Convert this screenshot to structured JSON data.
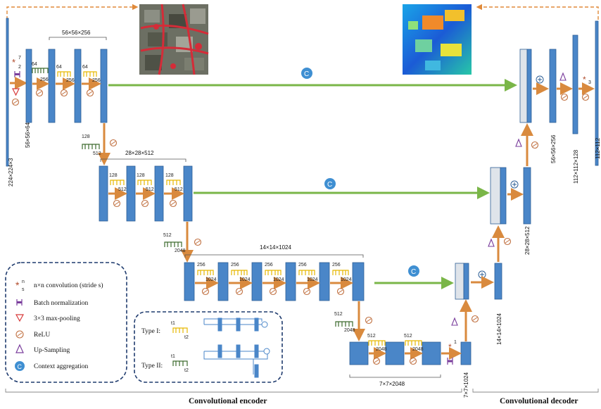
{
  "titles": {
    "encoder": "Convolutional encoder",
    "decoder": "Convolutional decoder"
  },
  "legend": {
    "conv": "n×n convolution (stride s)",
    "bn": "Batch normalization",
    "maxpool": "3×3 max-pooling",
    "relu": "ReLU",
    "upsample": "Up-Sampling",
    "context": "Context aggregation"
  },
  "types": {
    "type1": "Type I:",
    "type2": "Type II:",
    "t1": "t1",
    "t2": "t2"
  },
  "symbols": {
    "conv_sup": "n",
    "conv_sub": "s",
    "stem_sup": "7",
    "stem_sub": "2",
    "dec_conv_sub": "3",
    "enc_last_sup": "1",
    "context": "C"
  },
  "dims": {
    "input": "224×224×3",
    "d56": "56×56×64",
    "s56": "56×56×256",
    "s28": "28×28×512",
    "s14": "14×14×1024",
    "s7": "7×7×2048",
    "d7": "7×7×1024",
    "dec14": "14×14×1024",
    "dec28": "28×28×512",
    "dec56": "56×56×256",
    "dec112a": "112×112×128",
    "dec112b": "112×112"
  },
  "blocks": {
    "b64": "64",
    "b256": "256",
    "b128": "128",
    "b512": "512",
    "b1024": "1024",
    "b2048": "2048"
  },
  "images": {
    "input_image": "aerial-photo",
    "output_image": "height-map"
  }
}
